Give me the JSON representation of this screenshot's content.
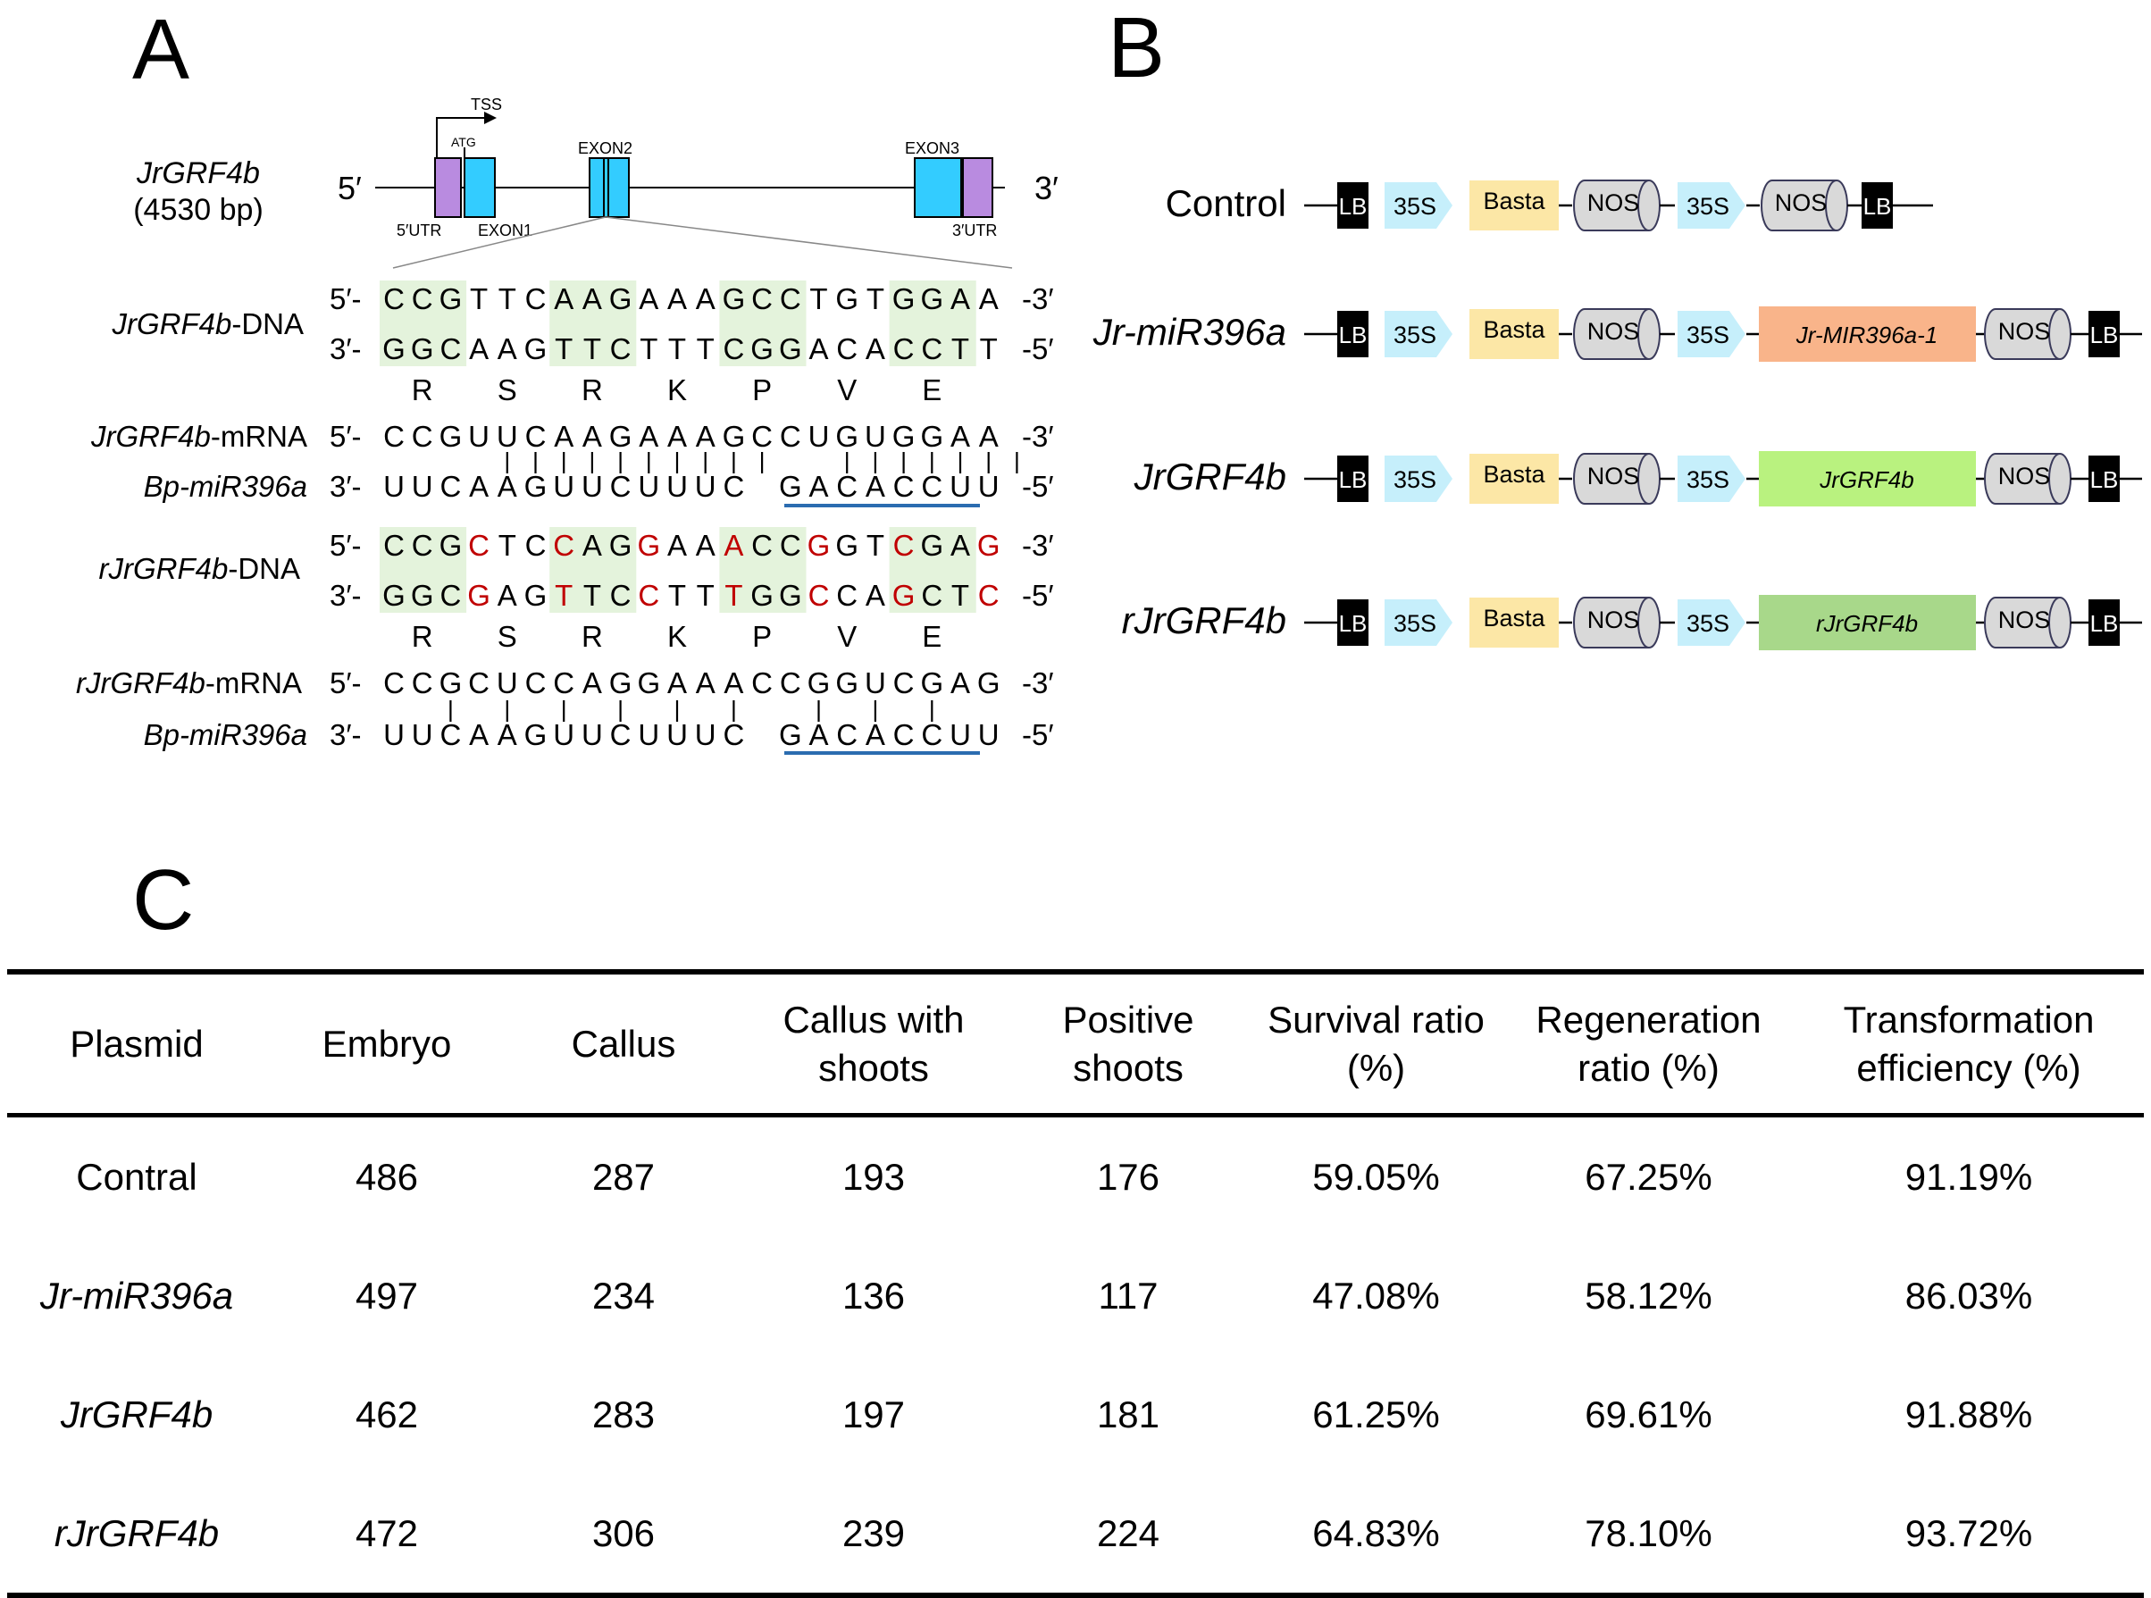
{
  "panel_labels": {
    "a": "A",
    "b": "B",
    "c": "C"
  },
  "gene_structure": {
    "gene_name": "JrGRF4b",
    "gene_length": "(4530 bp)",
    "five_prime": "5′",
    "three_prime": "3′",
    "tss_label": "TSS",
    "atg_label": "ATG",
    "exon1_label": "EXON1",
    "exon2_label": "EXON2",
    "exon3_label": "EXON3",
    "utr5_label": "5′UTR",
    "utr3_label": "3′UTR"
  },
  "sequences": {
    "dna_label_gene": "JrGRF4b",
    "dna_label_suffix": "-DNA",
    "mrna_label_suffix": "-mRNA",
    "r_gene": "rJrGRF4b",
    "mir_label": "Bp-miR396a",
    "prefix_5": "5′-",
    "prefix_3": "3′-",
    "suffix_3": "-3′",
    "suffix_5": "-5′",
    "wt_dna_top": "CCGTTCAAGAAAGCCTGTGGAA",
    "wt_dna_bottom": "GGCAAGTTCTTTCGGACACCTT",
    "amino_acids": [
      "R",
      "S",
      "R",
      "K",
      "P",
      "V",
      "E"
    ],
    "wt_mrna": "CCGUUCAAGAAAGCCUGUGGAA",
    "wt_pairing": "    ||||||||||  ||||||| ",
    "mir_seq": "UUCAAGUUCUUUC GACACCUU",
    "r_dna_top": "CCGCTCCAGGAAACCGGTCGAG",
    "r_dna_bottom": "GGCGAGTTCCTTTGGCCAGCTC",
    "r_mutated_positions": [
      3,
      6,
      9,
      12,
      15,
      18,
      21
    ],
    "r_mrna": "CCGCUCCAGGAAACCGGUCGAG",
    "r_pairing": "  | | | | | |  | | |"
  },
  "constructs": {
    "elements": {
      "lb": "LB",
      "p35s": "35S",
      "basta": "Basta",
      "nos": "NOS"
    },
    "rows": [
      {
        "name": "Control",
        "italic": false,
        "gene": ""
      },
      {
        "name": "Jr-miR396a",
        "italic": true,
        "gene": "Jr-MIR396a-1",
        "gene_color": "#f9b48a"
      },
      {
        "name": "JrGRF4b",
        "italic": true,
        "gene": "JrGRF4b",
        "gene_color": "#b9f27f"
      },
      {
        "name": "rJrGRF4b",
        "italic": true,
        "gene": "rJrGRF4b",
        "gene_color": "#a8d88a"
      }
    ]
  },
  "table": {
    "headers": [
      "Plasmid",
      "Embryo",
      "Callus",
      "Callus with shoots",
      "Positive shoots",
      "Survival ratio (%)",
      "Regeneration ratio (%)",
      "Transformation efficiency (%)"
    ],
    "rows": [
      {
        "plasmid": "Contral",
        "italic": false,
        "values": [
          "486",
          "287",
          "193",
          "176",
          "59.05%",
          "67.25%",
          "91.19%"
        ]
      },
      {
        "plasmid": "Jr-miR396a",
        "italic": true,
        "values": [
          "497",
          "234",
          "136",
          "117",
          "47.08%",
          "58.12%",
          "86.03%"
        ]
      },
      {
        "plasmid": "JrGRF4b",
        "italic": true,
        "values": [
          "462",
          "283",
          "197",
          "181",
          "61.25%",
          "69.61%",
          "91.88%"
        ]
      },
      {
        "plasmid": "rJrGRF4b",
        "italic": true,
        "values": [
          "472",
          "306",
          "239",
          "224",
          "64.83%",
          "78.10%",
          "93.72%"
        ]
      }
    ]
  },
  "colors": {
    "exon": "#33ccff",
    "utr": "#b98be0",
    "codon_shade": "#e4f3dc",
    "mutation": "#c00000",
    "seed_underline": "#2b6cb0",
    "promoter": "#c6effb",
    "basta": "#fce7a6",
    "nos": "#d9d9d9"
  }
}
